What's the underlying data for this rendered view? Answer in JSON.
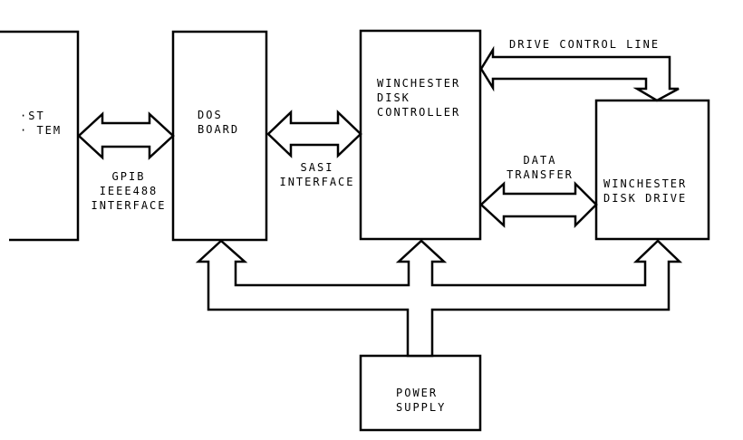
{
  "diagram": {
    "blocks": {
      "host_system": {
        "lines": [
          "·ST",
          "· TEM"
        ]
      },
      "dos_board": {
        "lines": [
          "DOS",
          "BOARD"
        ]
      },
      "controller": {
        "lines": [
          "WINCHESTER",
          "DISK",
          "CONTROLLER"
        ]
      },
      "disk_drive": {
        "lines": [
          "WINCHESTER",
          "DISK DRIVE"
        ]
      },
      "power_supply": {
        "lines": [
          "POWER",
          "SUPPLY"
        ]
      }
    },
    "connections": {
      "gpib": {
        "lines": [
          "GPIB",
          "IEEE488",
          "INTERFACE"
        ]
      },
      "sasi": {
        "lines": [
          "SASI",
          "INTERFACE"
        ]
      },
      "data_transfer": {
        "lines": [
          "DATA",
          "TRANSFER"
        ]
      },
      "drive_control": {
        "label": "DRIVE CONTROL LINE"
      }
    }
  }
}
